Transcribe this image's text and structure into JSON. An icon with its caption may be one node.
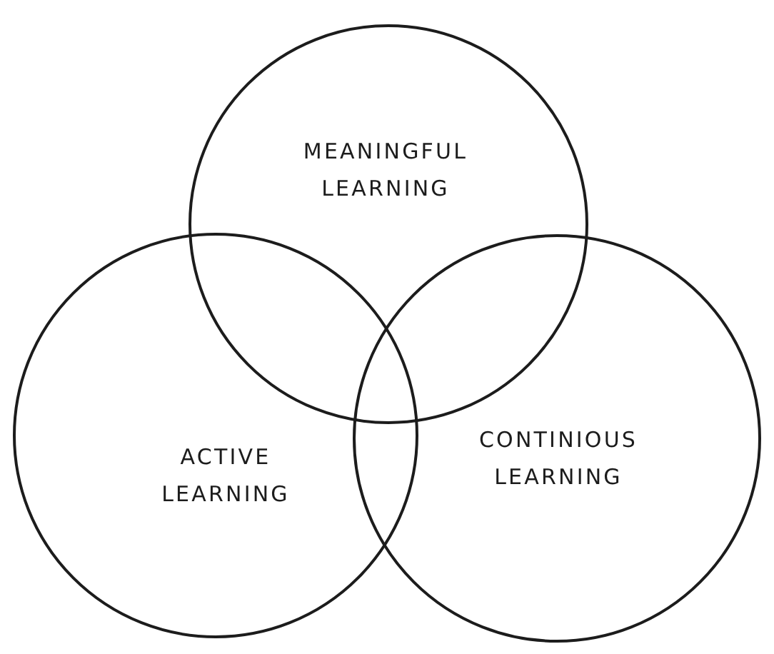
{
  "diagram": {
    "nodes": [
      {
        "text": [
          "MEANINGFUL LEARNING"
        ]
      },
      {
        "text": [
          "ACTIVE LEARNING"
        ]
      },
      {
        "text": [
          "CONTINIOUS LEARNING"
        ]
      }
    ]
  }
}
